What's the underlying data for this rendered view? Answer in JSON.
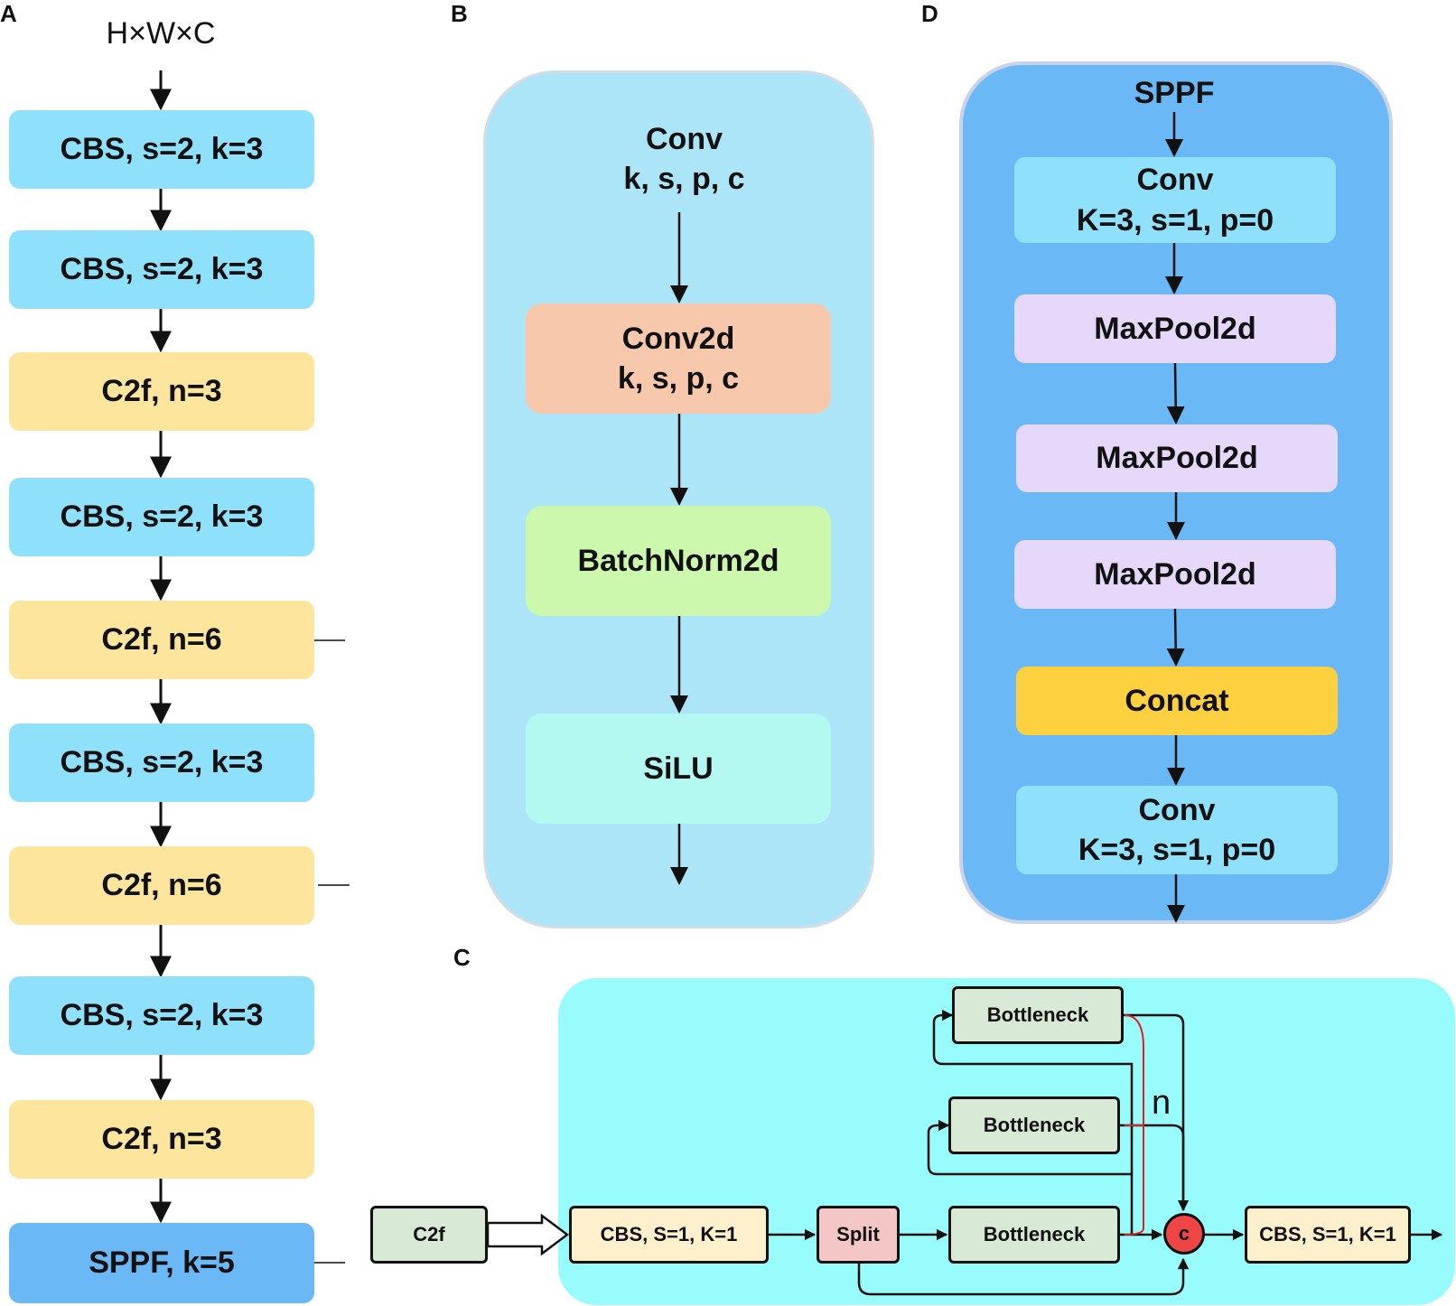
{
  "panel_labels": {
    "a": "A",
    "b": "B",
    "c": "C",
    "d": "D"
  },
  "panel_a": {
    "input_label": "H×W×C",
    "blocks": [
      "CBS, s=2, k=3",
      "CBS, s=2, k=3",
      "C2f, n=3",
      "CBS, s=2, k=3",
      "C2f, n=6",
      "CBS, s=2, k=3",
      "C2f, n=6",
      "CBS, s=2, k=3",
      "C2f, n=3",
      "SPPF, k=5"
    ]
  },
  "panel_b": {
    "title": "Conv\nk, s, p, c",
    "conv2d": "Conv2d\nk, s, p, c",
    "batchnorm": "BatchNorm2d",
    "activation": "SiLU"
  },
  "panel_c": {
    "input": "C2f",
    "cbs_in": "CBS, S=1, K=1",
    "split": "Split",
    "bottleneck_1": "Bottleneck",
    "bottleneck_2": "Bottleneck",
    "bottleneck_3": "Bottleneck",
    "repeat_label": "n",
    "concat_symbol": "c",
    "cbs_out": "CBS, S=1, K=1"
  },
  "panel_d": {
    "title": "SPPF",
    "conv_in": "Conv\nK=3, s=1, p=0",
    "maxpool_1": "MaxPool2d",
    "maxpool_2": "MaxPool2d",
    "maxpool_3": "MaxPool2d",
    "concat": "Concat",
    "conv_out": "Conv\nK=3, s=1, p=0"
  },
  "colors": {
    "cbs": "#8ee0fb",
    "c2f": "#fde59e",
    "sppf": "#6ab8f6",
    "panel_b_bg": "#ade5f8",
    "conv2d": "#f7c8ab",
    "batchnorm": "#ccf8ad",
    "silu": "#b3f9f2",
    "panel_d_bg": "#6ab8f6",
    "maxpool": "#e5d8fa",
    "concat": "#fcd03e",
    "panel_c_bg": "#99fcfc",
    "bottleneck": "#d8ead5",
    "split": "#f4c6c6",
    "cbs_c": "#fef0cc",
    "concat_node": "#f04545"
  }
}
